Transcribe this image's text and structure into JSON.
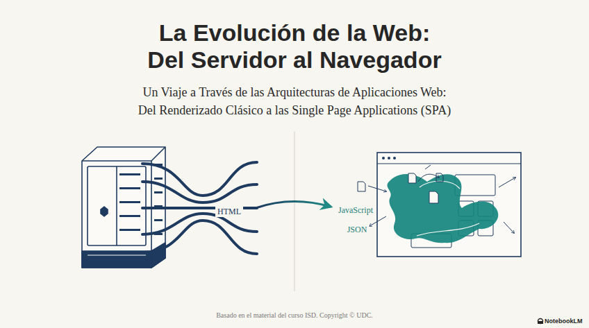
{
  "diagram": {
    "title": "La Evolución de la Web: Del Servidor al Navegador",
    "caption": "Basado en el material del curso ISD. Copyright © UDC.",
    "labels": [
      "Un Viaje a Través de las Arquitecturas de Aplicaciones Web: Del Renderizado Clásico a las Single Page Applications (SPA)",
      "HTML",
      "JavaScript",
      "JSON",
      "NotebookLM"
    ]
  }
}
